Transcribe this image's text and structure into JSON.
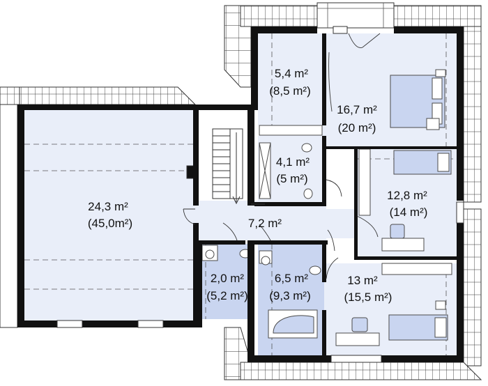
{
  "colors": {
    "wall": "#111111",
    "room_fill": "#e9eef9",
    "bath_fill": "#c9d5f0",
    "roof_stroke": "#333333",
    "furniture_stroke": "#4a4a4a",
    "dash": "#555555"
  },
  "rooms": [
    {
      "id": "attic-large",
      "area": "24,3 m²",
      "area_total": "(45,0m²)"
    },
    {
      "id": "hall",
      "area": "7,2 m²",
      "area_total": ""
    },
    {
      "id": "wardrobe",
      "area": "5,4 m²",
      "area_total": "(8,5 m²)"
    },
    {
      "id": "master-bedroom",
      "area": "16,7 m²",
      "area_total": "(20 m²)"
    },
    {
      "id": "ensuite-bath",
      "area": "4,1 m²",
      "area_total": "(5 m²)"
    },
    {
      "id": "bedroom-2",
      "area": "12,8 m²",
      "area_total": "(14 m²)"
    },
    {
      "id": "wc",
      "area": "2,0 m²",
      "area_total": "(5,2 m²)"
    },
    {
      "id": "bathroom",
      "area": "6,5 m²",
      "area_total": "(9,3 m²)"
    },
    {
      "id": "bedroom-3",
      "area": "13 m²",
      "area_total": "(15,5 m²)"
    }
  ]
}
